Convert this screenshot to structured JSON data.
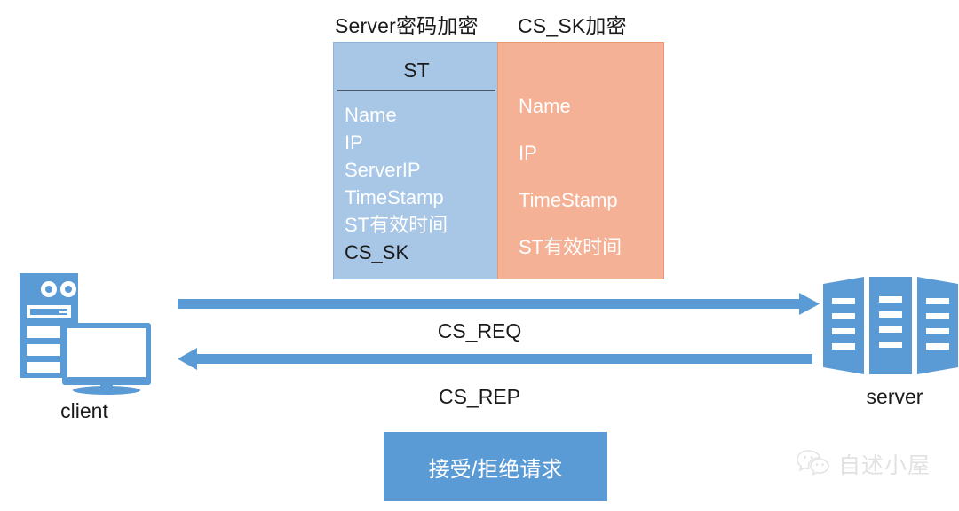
{
  "diagram": {
    "captions": {
      "st_box": "Server密码加密",
      "cssk_box": "CS_SK加密"
    },
    "st_packet": {
      "title": "ST",
      "fields": [
        {
          "label": "Name",
          "style": "light"
        },
        {
          "label": "IP",
          "style": "light"
        },
        {
          "label": "ServerIP",
          "style": "light"
        },
        {
          "label": "TimeStamp",
          "style": "light"
        },
        {
          "label": "ST有效时间",
          "style": "light"
        },
        {
          "label": "CS_SK",
          "style": "dark"
        }
      ],
      "fill_color": "#a8c6e5"
    },
    "cssk_packet": {
      "fields": [
        {
          "label": "Name",
          "style": "light"
        },
        {
          "label": "IP",
          "style": "light"
        },
        {
          "label": "TimeStamp",
          "style": "light"
        },
        {
          "label": "ST有效时间",
          "style": "light"
        }
      ],
      "fill_color": "#f5b195"
    },
    "messages": [
      {
        "label": "CS_REQ",
        "direction": "client-to-server"
      },
      {
        "label": "CS_REP",
        "direction": "server-to-client"
      }
    ],
    "endpoints": {
      "client_label": "client",
      "server_label": "server"
    },
    "decision": {
      "label": "接受/拒绝请求",
      "fill_color": "#5b9bd5"
    },
    "watermark": {
      "text": "自述小屋",
      "icon": "wechat-icon"
    },
    "colors": {
      "accent_blue": "#5b9bd5",
      "packet_blue": "#a8c6e5",
      "packet_orange": "#f5b195",
      "text_dark": "#1a1a1a"
    }
  }
}
